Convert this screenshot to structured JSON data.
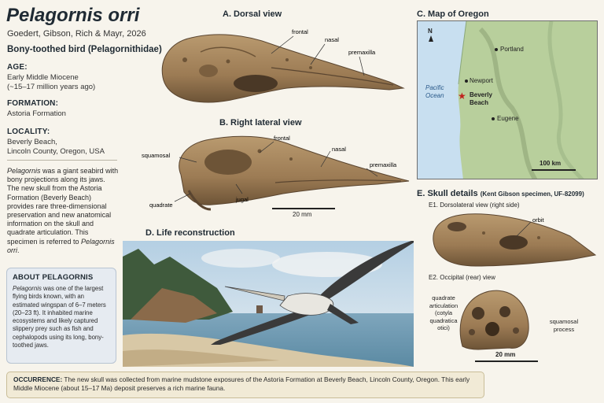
{
  "header": {
    "title": "Pelagornis orri",
    "authors": "Goedert, Gibson, Rich & Mayr, 2026",
    "subtitle": "Bony-toothed bird (Pelagornithidae)"
  },
  "facts": {
    "age_label": "AGE:",
    "age_value_1": "Early Middle Miocene",
    "age_value_2": "(~15–17 million years ago)",
    "formation_label": "FORMATION:",
    "formation_value": "Astoria Formation",
    "locality_label": "LOCALITY:",
    "locality_value_1": "Beverly Beach,",
    "locality_value_2": "Lincoln County, Oregon, USA"
  },
  "description": {
    "genus": "Pelagornis",
    "text_1": " was a giant seabird with bony projections along its jaws. The new skull from the Astoria Formation (Beverly Beach) provides rare three-dimensional preservation and new anatomical information on the skull and quadrate articulation. This specimen is referred to ",
    "species": "Pelagornis orri",
    "text_2": "."
  },
  "about": {
    "heading": "ABOUT PELAGORNIS",
    "genus": "Pelagornis",
    "text": " was one of the largest flying birds known, with an estimated wingspan of 6–7 meters (20–23 ft). It inhabited marine ecosystems and likely captured slippery prey such as fish and cephalopods using its long, bony-toothed jaws."
  },
  "panel_a": {
    "title": "A. Dorsal view",
    "labels": {
      "frontal": "frontal",
      "nasal": "nasal",
      "premaxilla": "premaxilla"
    }
  },
  "panel_b": {
    "title": "B. Right lateral view",
    "labels": {
      "squamosal": "squamosal",
      "frontal": "frontal",
      "nasal": "nasal",
      "premaxilla": "premaxilla",
      "quadrate": "quadrate",
      "jugal": "jugal"
    },
    "scale": "20 mm"
  },
  "panel_c": {
    "title": "C. Map of Oregon",
    "north": "N",
    "ocean": "Pacific Ocean",
    "cities": [
      "Portland",
      "Newport",
      "Eugene"
    ],
    "site": "Beverly Beach",
    "scale": "100 km"
  },
  "panel_d": {
    "title": "D. Life reconstruction"
  },
  "panel_e": {
    "title": "E. Skull details",
    "specimen": "(Kent Gibson specimen, UF-82099)",
    "e1": "E1. Dorsolateral view (right side)",
    "orbit": "orbit",
    "e2": "E2. Occipital (rear) view",
    "quadrate_art_1": "quadrate",
    "quadrate_art_2": "articulation",
    "quadrate_art_3": "(cotyla",
    "quadrate_art_4": "quadratica",
    "quadrate_art_5": "otici)",
    "squamosal_1": "squamosal",
    "squamosal_2": "process",
    "scale": "20 mm"
  },
  "occurrence": {
    "label": "OCCURRENCE:",
    "text": " The new skull was collected from marine mudstone exposures of the Astoria Formation at Beverly Beach, Lincoln County, Oregon. This early Middle Miocene (about 15–17 Ma) deposit preserves a rich marine fauna."
  },
  "colors": {
    "bone": "#a4845c",
    "bone_dark": "#6f5638",
    "accent": "#1f2a33",
    "site_star": "#c0221d"
  }
}
